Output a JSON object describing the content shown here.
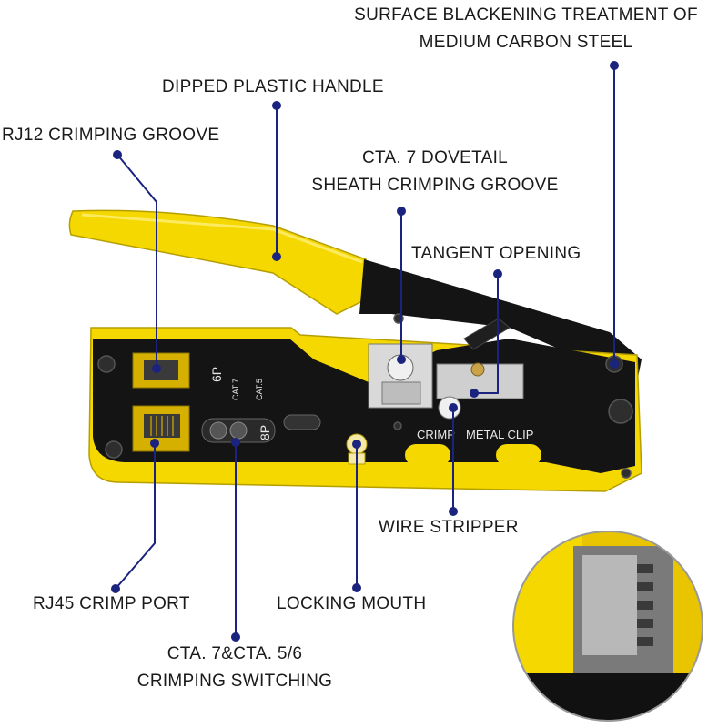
{
  "callouts": {
    "surface": [
      "SURFACE BLACKENING TREATMENT OF",
      "MEDIUM CARBON STEEL"
    ],
    "handle": "DIPPED PLASTIC HANDLE",
    "rj12": "RJ12 CRIMPING GROOVE",
    "dovetail": [
      "CTA. 7 DOVETAIL",
      "SHEATH CRIMPING GROOVE"
    ],
    "tangent": "TANGENT OPENING",
    "wire_stripper": "WIRE STRIPPER",
    "rj45": "RJ45 CRIMP PORT",
    "locking": "LOCKING MOUTH",
    "switching": [
      "CTA. 7&CTA. 5/6",
      "CRIMPING SWITCHING"
    ]
  },
  "tool_labels": {
    "six_p": "6P",
    "cat7": "CAT.7",
    "cat5": "CAT.5",
    "eight_p": "8P",
    "crimp": "CRIMP",
    "metal_clip": "METAL CLIP"
  },
  "colors": {
    "handle_yellow": "#f5d800",
    "body_black": "#141414",
    "leader_blue": "#1a237e",
    "text": "#1a1a1a"
  }
}
